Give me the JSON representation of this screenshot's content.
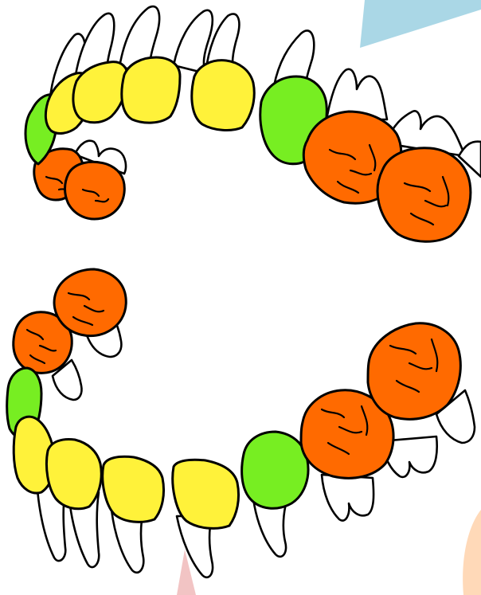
{
  "colors": {
    "incisor": "#fff23a",
    "canine": "#77ee22",
    "molar": "#ff6a00",
    "deco_blue": "#aad7e6",
    "deco_pink": "#f2c4c4",
    "deco_peach": "#ffd9b8"
  },
  "arches": [
    {
      "name": "upper-arch",
      "teeth": [
        {
          "type": "incisor",
          "index": 1
        },
        {
          "type": "incisor",
          "index": 2
        },
        {
          "type": "incisor",
          "index": 3
        },
        {
          "type": "incisor",
          "index": 4
        },
        {
          "type": "canine",
          "index": 5
        },
        {
          "type": "molar",
          "index": 6
        },
        {
          "type": "molar",
          "index": 7
        },
        {
          "type": "canine",
          "index": 8
        },
        {
          "type": "molar",
          "index": 9
        },
        {
          "type": "molar",
          "index": 10
        }
      ]
    },
    {
      "name": "lower-arch",
      "teeth": [
        {
          "type": "incisor",
          "index": 1
        },
        {
          "type": "incisor",
          "index": 2
        },
        {
          "type": "incisor",
          "index": 3
        },
        {
          "type": "incisor",
          "index": 4
        },
        {
          "type": "canine",
          "index": 5
        },
        {
          "type": "molar",
          "index": 6
        },
        {
          "type": "molar",
          "index": 7
        },
        {
          "type": "canine",
          "index": 8
        },
        {
          "type": "molar",
          "index": 9
        },
        {
          "type": "molar",
          "index": 10
        }
      ]
    }
  ]
}
